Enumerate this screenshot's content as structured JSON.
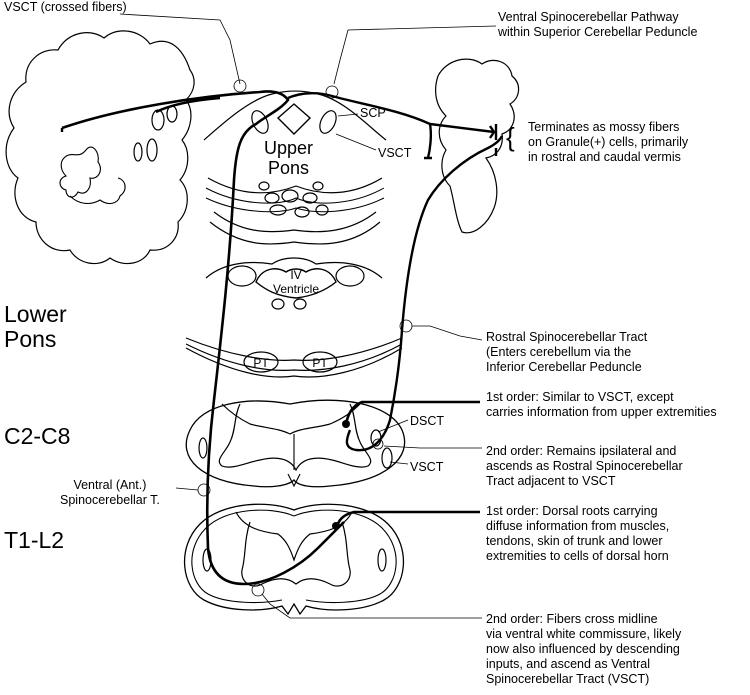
{
  "labels": {
    "vsct_crossed": "VSCT  (crossed fibers)",
    "ventral_pathway": "Ventral Spinocerebellar Pathway\nwithin Superior Cerebellar Peduncle",
    "terminates": "Terminates as mossy fibers\non Granule(+) cells, primarily\nin rostral and caudal vermis",
    "scp": "SCP",
    "vsct_pons": "VSCT",
    "upper_pons": "Upper\nPons",
    "iv_ventricle": "IV\nVentricle",
    "lower_pons": "Lower\nPons",
    "rostral_tract": "Rostral Spinocerebellar Tract\n(Enters cerebellum via the\nInferior Cerebellar Peduncle",
    "pt_left": "PT",
    "pt_right": "PT",
    "first_order_upper": "1st order: Similar to VSCT, except\ncarries information from upper extremities",
    "c2_c8": "C2-C8",
    "dsct": "DSCT",
    "second_order_upper": "2nd order: Remains ipsilateral and\nascends as Rostral Spinocerebellar\nTract adjacent to VSCT",
    "vsct_spinal": "VSCT",
    "ventral_ant": "Ventral (Ant.)\nSpinocerebellar T.",
    "t1_l2": "T1-L2",
    "first_order_lower": "1st order: Dorsal roots carrying\ndiffuse information from muscles,\ntendons, skin of trunk and lower\nextremities to cells of dorsal horn",
    "second_order_lower": "2nd order: Fibers cross midline\nvia ventral white commissure, likely\nnow also influenced by descending\ninputs, and ascend as Ventral\nSpinocerebellar Tract (VSCT)",
    "brace": "{"
  }
}
